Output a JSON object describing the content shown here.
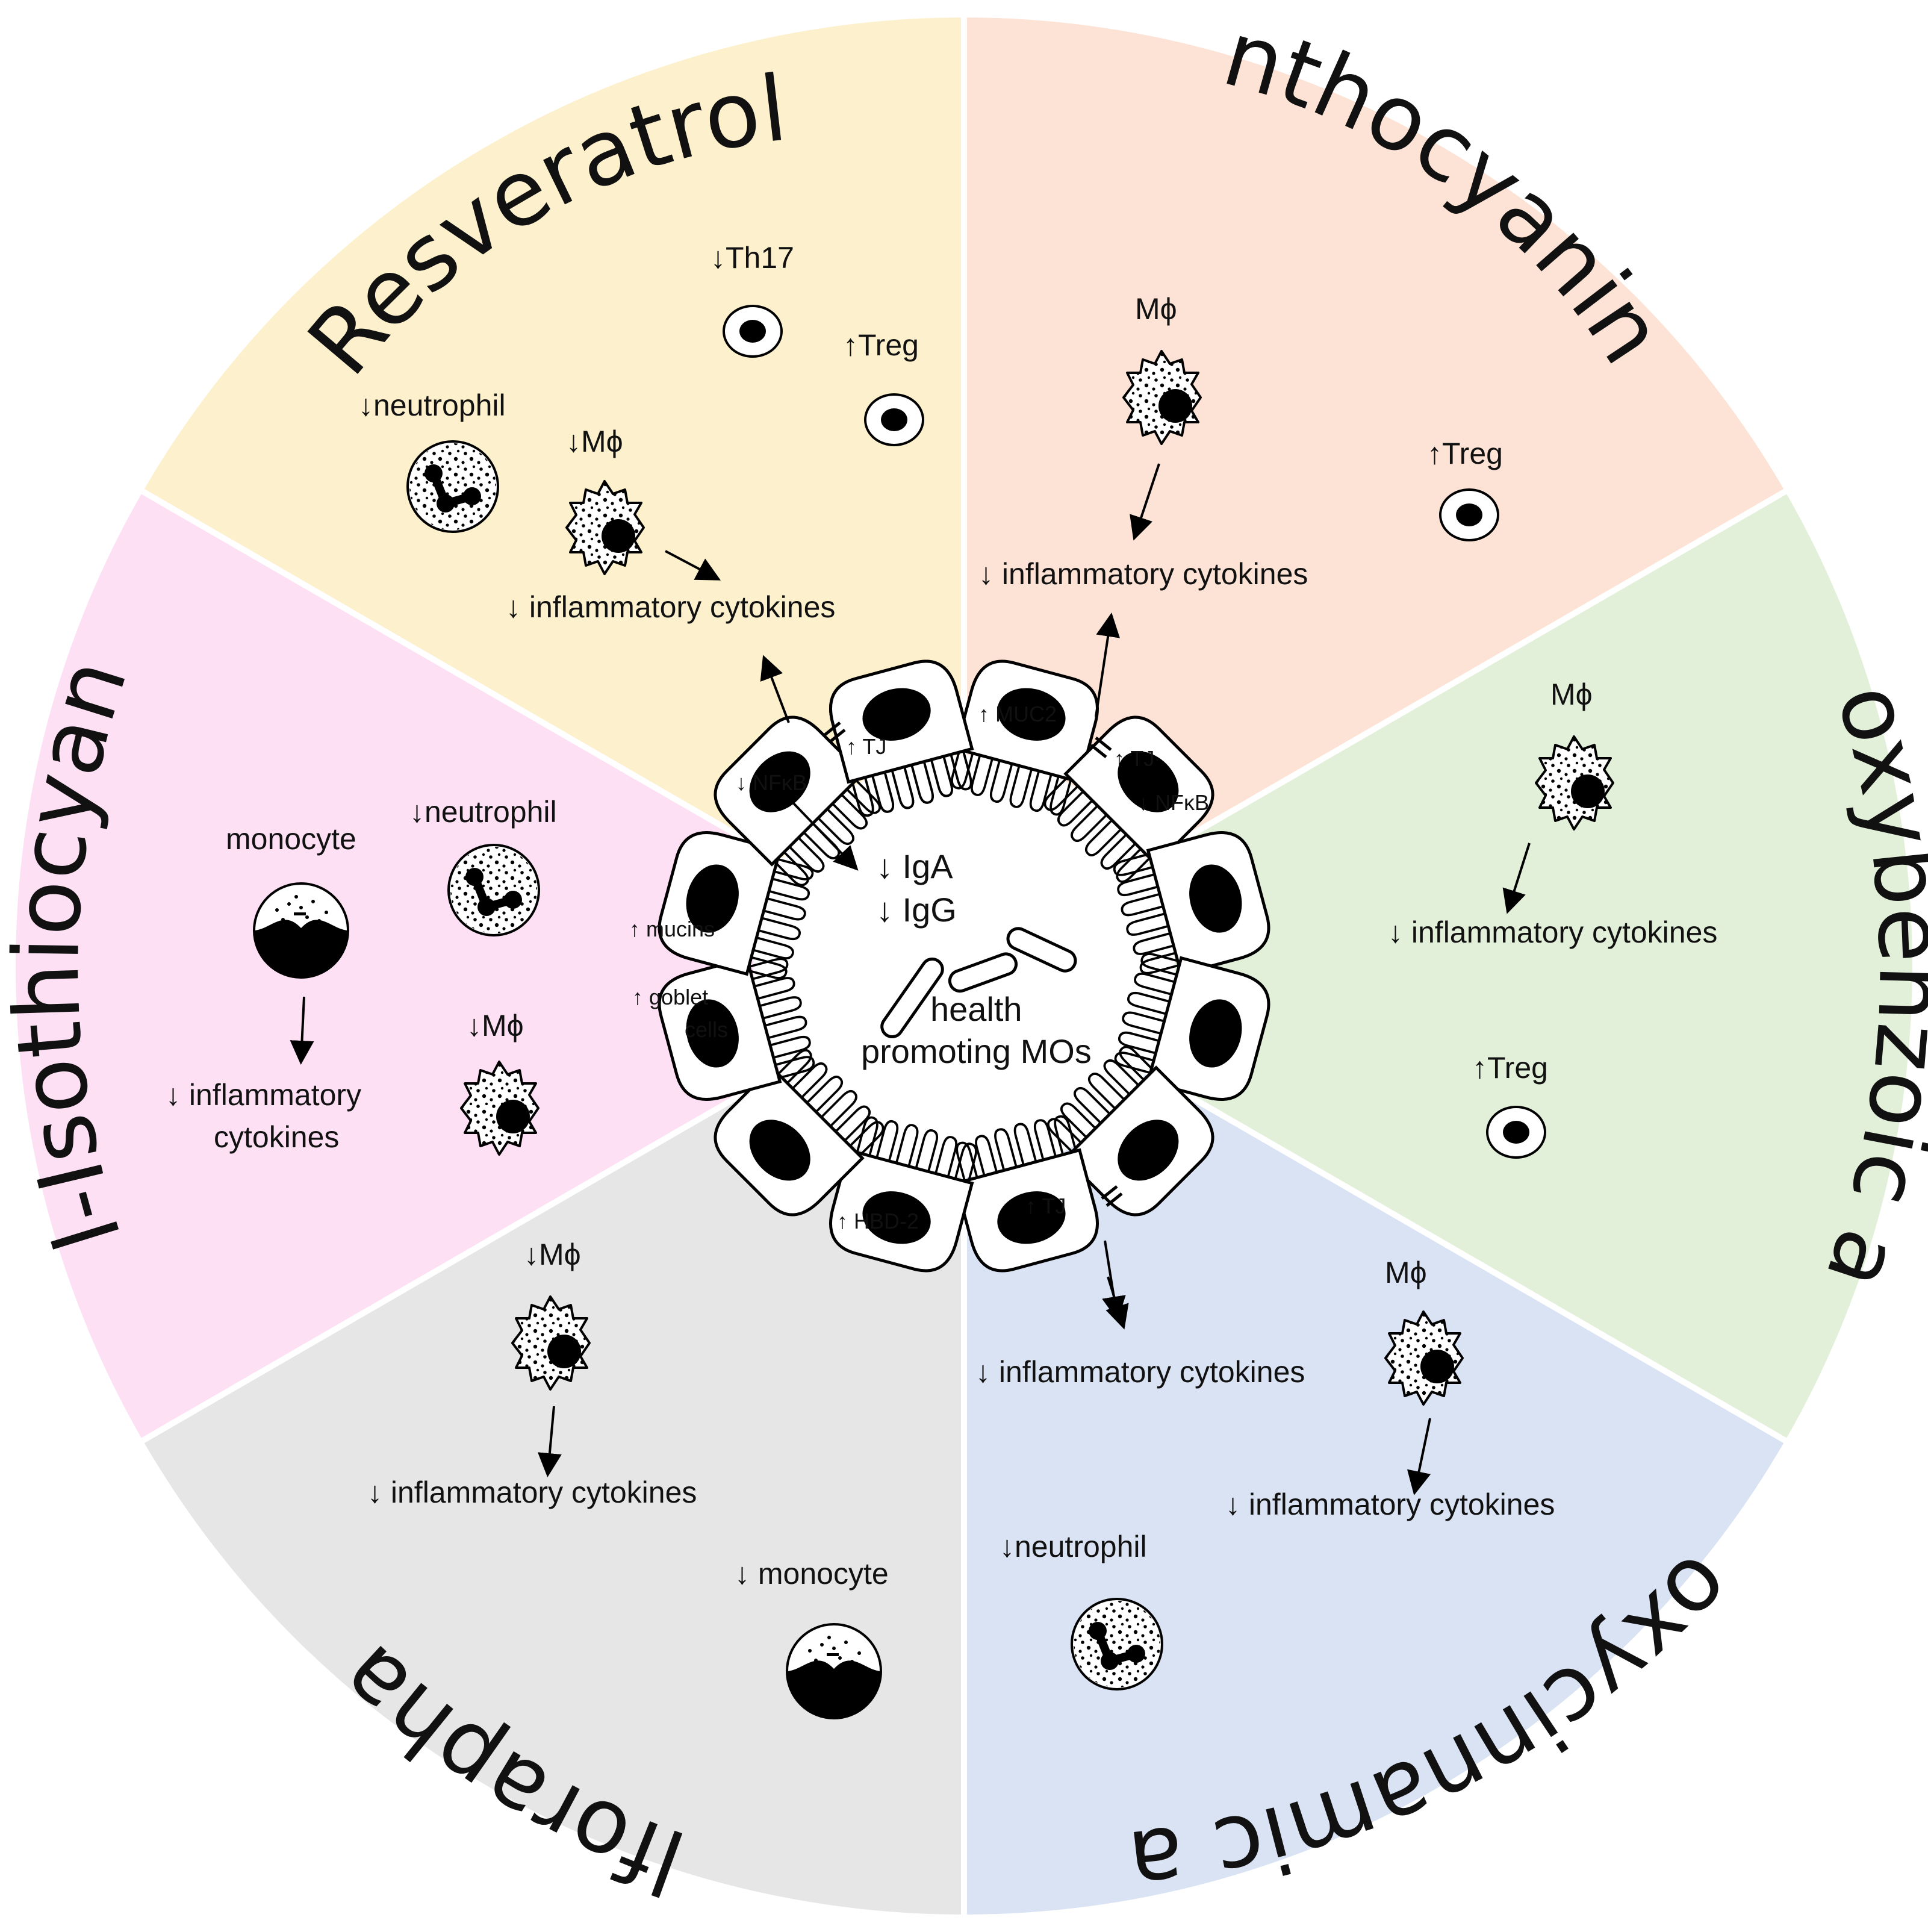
{
  "segments": [
    {
      "title": "Resveratrol",
      "color": "#fdf0cc"
    },
    {
      "title": "Anthocyanins",
      "color": "#fde3d5"
    },
    {
      "title": "Hydroxybenzoic acids",
      "color": "#e2f0d9"
    },
    {
      "title": "Hydroxycinnamic acids",
      "color": "#dae3f3"
    },
    {
      "title": "Sulforaphane",
      "color": "#e6e6e6"
    },
    {
      "title": "Allyl-Isothiocyanate",
      "color": "#fde0f3"
    }
  ],
  "labels": {
    "res_th17": "↓Th17",
    "res_treg": "↑Treg",
    "res_neutrophil": "↓neutrophil",
    "res_mphi": "↓Mϕ",
    "res_cytokines": "↓ inflammatory cytokines",
    "ant_mphi": "Mϕ",
    "ant_treg": "↑Treg",
    "ant_cytokines": "↓ inflammatory cytokines",
    "hba_mphi": "Mϕ",
    "hba_cytokines": "↓ inflammatory cytokines",
    "hba_treg": "↑Treg",
    "hca_mphi": "Mϕ",
    "hca_cytokines_1": "↓ inflammatory cytokines",
    "hca_cytokines_2": "↓ inflammatory cytokines",
    "hca_neutrophil": "↓neutrophil",
    "sul_mphi": "↓Mϕ",
    "sul_cytokines": "↓ inflammatory cytokines",
    "sul_monocyte": "↓ monocyte",
    "ait_monocyte": "monocyte",
    "ait_neutrophil": "↓neutrophil",
    "ait_mphi": "↓Mϕ",
    "ait_cytokines_1": "↓ inflammatory",
    "ait_cytokines_2": "cytokines"
  },
  "epithelium": {
    "tj_1": "↑ TJ",
    "muc2": "↑ MUC2",
    "tj_2": "↑ TJ",
    "nfkb_1": "↓ NFκB",
    "nfkb_2": "↓ NFκB",
    "mucins": "↑ mucins",
    "goblet_1": "↑ goblet",
    "goblet_2": "cells",
    "hbd2": "↑ HBD-2",
    "tj_3": "↑ TJ"
  },
  "lumen": {
    "iga": "↓ IgA",
    "igg": "↓ IgG",
    "mo_1": "health",
    "mo_2": "promoting MOs"
  }
}
